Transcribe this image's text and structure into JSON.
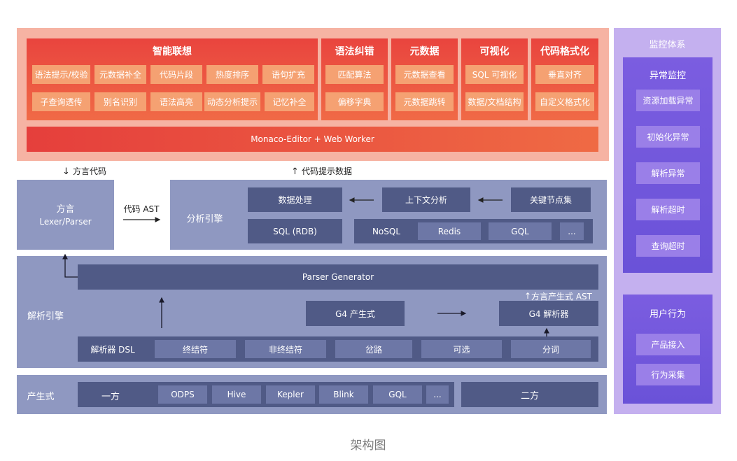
{
  "top": {
    "smart": {
      "title": "智能联想",
      "row1": [
        "语法提示/校验",
        "元数据补全",
        "代码片段",
        "热度排序",
        "语句扩充"
      ],
      "row2": [
        "子查询透传",
        "别名识别",
        "语法高亮",
        "动态分析提示",
        "记忆补全"
      ]
    },
    "groups": [
      {
        "title": "语法纠错",
        "items": [
          "匹配算法",
          "偏移字典"
        ]
      },
      {
        "title": "元数据",
        "items": [
          "元数据查看",
          "元数据跳转"
        ]
      },
      {
        "title": "可视化",
        "items": [
          "SQL 可视化",
          "数据/文档结构"
        ]
      },
      {
        "title": "代码格式化",
        "items": [
          "垂直对齐",
          "自定义格式化"
        ]
      }
    ],
    "monaco": "Monaco-Editor + Web Worker"
  },
  "arrows": {
    "dialect_code": "方言代码",
    "hint_data": "代码提示数据",
    "code_ast": "代码 AST",
    "dialect_ast": "方言产生式 AST"
  },
  "lexer": {
    "title": "方言",
    "sub": "Lexer/Parser"
  },
  "analysis": {
    "title": "分析引擎",
    "data_proc": "数据处理",
    "context": "上下文分析",
    "keynode": "关键节点集",
    "sql": "SQL (RDB)",
    "nosql": "NoSQL",
    "nosql_items": [
      "Redis",
      "GQL",
      "..."
    ]
  },
  "parse": {
    "title": "解析引擎",
    "generator": "Parser Generator",
    "g4prod": "G4 产生式",
    "g4parser": "G4 解析器",
    "dsl": "解析器 DSL",
    "dsl_items": [
      "终结符",
      "非终结符",
      "岔路",
      "可选",
      "分词"
    ]
  },
  "prod": {
    "title": "产生式",
    "first": "一方",
    "first_items": [
      "ODPS",
      "Hive",
      "Kepler",
      "Blink",
      "GQL",
      "..."
    ],
    "second": "二方"
  },
  "monitor": {
    "title": "监控体系",
    "exception": {
      "title": "异常监控",
      "items": [
        "资源加载异常",
        "初始化异常",
        "解析异常",
        "解析超时",
        "查询超时"
      ]
    },
    "user": {
      "title": "用户行为",
      "items": [
        "产品接入",
        "行为采集"
      ]
    }
  },
  "caption": "架构图"
}
